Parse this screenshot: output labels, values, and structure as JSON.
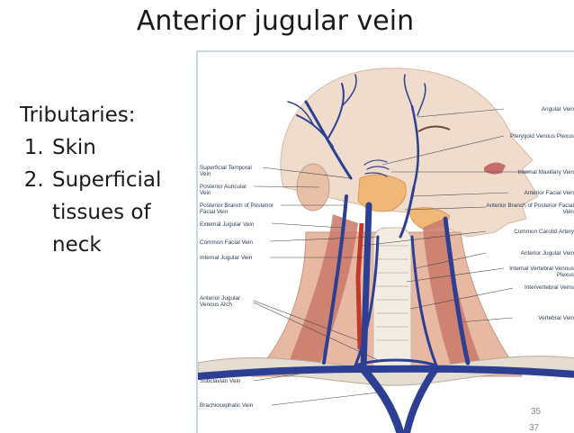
{
  "slide": {
    "title": "Anterior jugular vein",
    "tributaries_heading": "Tributaries:",
    "tributaries": [
      "Skin",
      "Superficial tissues of neck"
    ],
    "page_number": "35",
    "page_number_2": "37"
  },
  "figure": {
    "labels_left": [
      "Superficial Temporal Vein",
      "Posterior Auricular Vein",
      "Posterior Branch of Posterior Facial Vein",
      "External Jugular Vein",
      "Common Facial Vein",
      "Internal Jugular Vein",
      "Anterior Jugular Venous Arch",
      "Subclavian Vein",
      "Brachiocephalic Vein"
    ],
    "labels_right": [
      "Angular Vein",
      "Pterygoid Venous Plexus",
      "Internal Maxillary Vein",
      "Anterior Facial Vein",
      "Anterior Branch of Posterior Facial Vein",
      "Common Carotid Artery",
      "Anterior Jugular Vein",
      "Internal Vertebral Venous Plexus",
      "Intervertebral Veins",
      "Vertebral Vein"
    ],
    "colors": {
      "vein": "#2c3f93",
      "skin": "#e9c9b4",
      "muscle": "#c9786a",
      "artery": "#c0392b",
      "gland": "#f0b878"
    }
  }
}
